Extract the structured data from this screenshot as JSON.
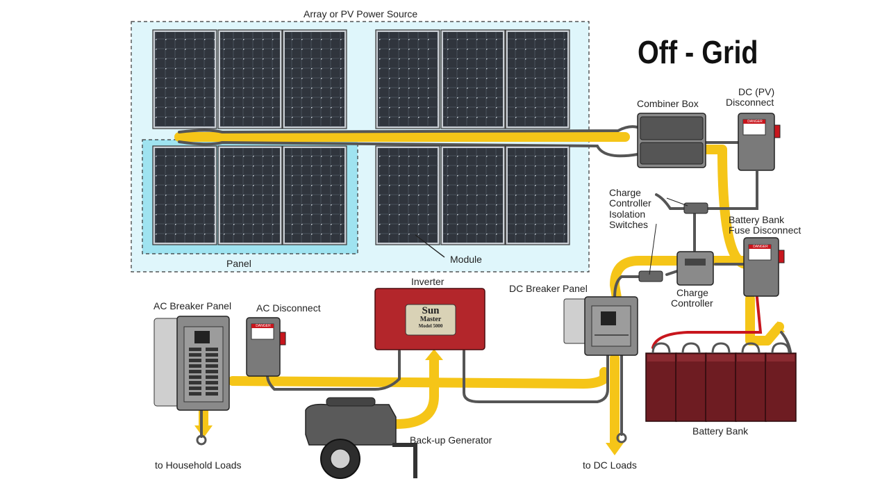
{
  "title": "Off - Grid",
  "labels": {
    "array": "Array or PV Power Source",
    "panel": "Panel",
    "module": "Module",
    "combiner_box": "Combiner Box",
    "dc_pv_disconnect_1": "DC (PV)",
    "dc_pv_disconnect_2": "Disconnect",
    "charge_isolation_1": "Charge",
    "charge_isolation_2": "Controller",
    "charge_isolation_3": "Isolation",
    "charge_isolation_4": "Switches",
    "battery_fuse_1": "Battery Bank",
    "battery_fuse_2": "Fuse Disconnect",
    "charge_controller_1": "Charge",
    "charge_controller_2": "Controller",
    "inverter": "Inverter",
    "dc_breaker_panel": "DC  Breaker Panel",
    "ac_breaker_panel": "AC Breaker Panel",
    "ac_disconnect": "AC Disconnect",
    "generator": "Back-up Generator",
    "battery_bank": "Battery Bank",
    "household_loads": "to Household Loads",
    "dc_loads": "to DC Loads"
  },
  "inverter_badge": {
    "brand_1": "Sun",
    "brand_2": "Master",
    "model": "Model 5000"
  },
  "warning_tag": "DANGER",
  "colors": {
    "flow": "#f5c518",
    "cable": "#555555",
    "panel_cell": "#2b2f36",
    "array_bg": "#dff6fb",
    "panel_bg": "#9fe3f0",
    "inverter": "#b3262b",
    "battery": "#6e1c22",
    "red_wire": "#c8161d"
  }
}
